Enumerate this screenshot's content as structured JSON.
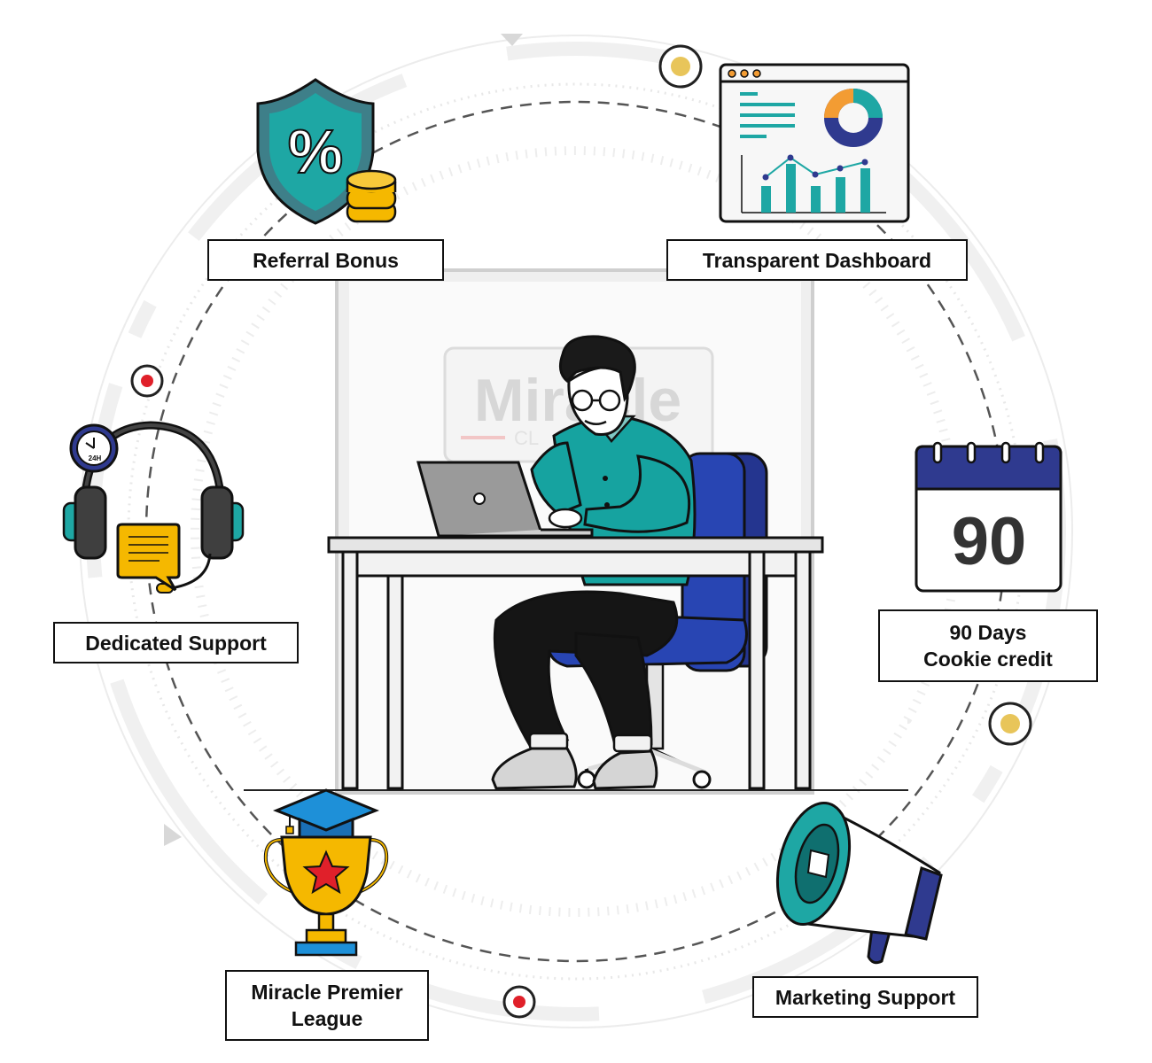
{
  "features": {
    "referral_bonus": "Referral Bonus",
    "transparent_dashboard": "Transparent Dashboard",
    "dedicated_support": "Dedicated Support",
    "cookie_credit_line1": "90 Days",
    "cookie_credit_line2": "Cookie credit",
    "premier_league_line1": "Miracle Premier",
    "premier_league_line2": "League",
    "marketing_support": "Marketing Support"
  },
  "calendar_number": "90",
  "clock_label": "24H",
  "whiteboard_logo": "Miracle",
  "whiteboard_logo_sub": "CL",
  "colors": {
    "teal": "#159e9e",
    "navy": "#2f3a8f",
    "gold": "#f5b800",
    "orange": "#f39c33",
    "red_dot": "#e0202a",
    "yellow_dot": "#e8c55a",
    "dashed_ring": "#555555",
    "faint_ring": "#e6e6e6"
  },
  "icons": [
    "shield-percent-icon",
    "coins-icon",
    "dashboard-window-icon",
    "donut-chart-icon",
    "bar-chart-icon",
    "headset-icon",
    "clock-icon",
    "chat-bubble-icon",
    "calendar-icon",
    "trophy-icon",
    "graduation-cap-icon",
    "megaphone-icon",
    "laptop-icon",
    "office-chair-icon",
    "desk-icon",
    "person-at-laptop-icon",
    "whiteboard-icon"
  ]
}
